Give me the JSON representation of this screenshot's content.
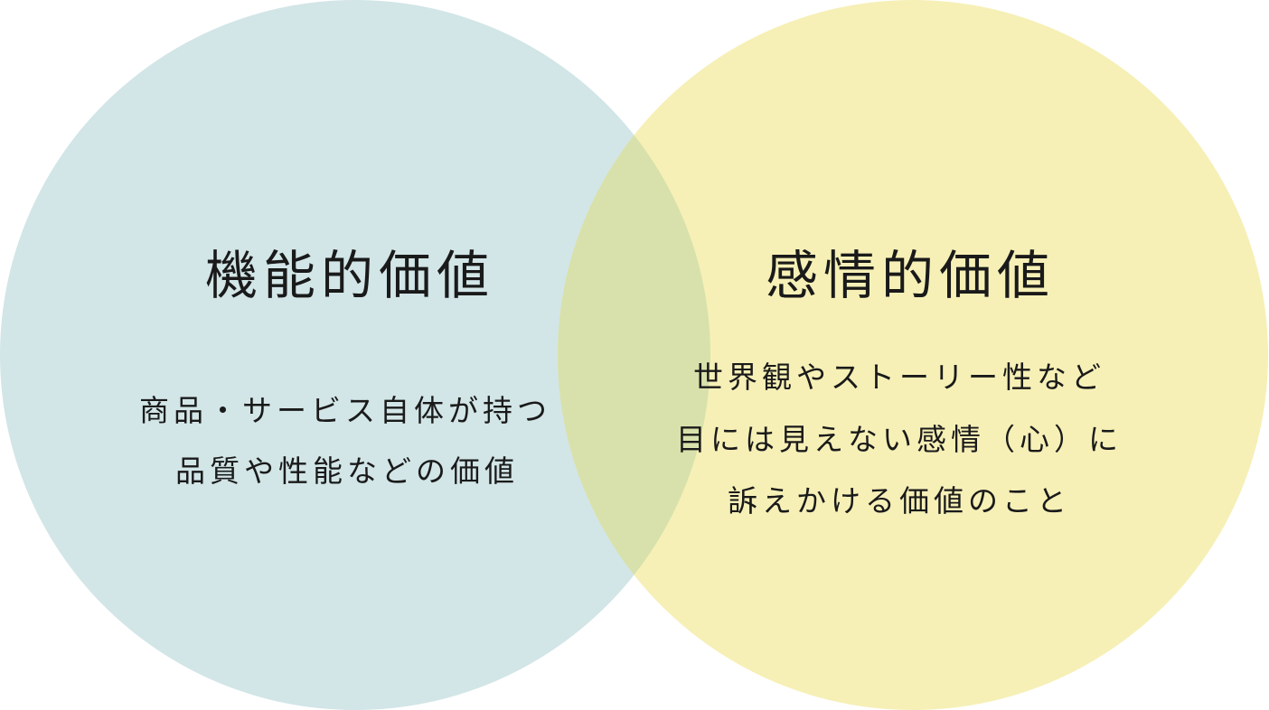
{
  "colors": {
    "left_circle": "#d2e5e7",
    "right_circle": "#f6f0b7",
    "overlap": "#d8e1ab"
  },
  "left": {
    "title": "機能的価値",
    "description": [
      "商品・サービス自体が持つ",
      "品質や性能などの価値"
    ]
  },
  "right": {
    "title": "感情的価値",
    "description": [
      "世界観やストーリー性など",
      "目には見えない感情（心）に",
      "訴えかける価値のこと"
    ]
  }
}
